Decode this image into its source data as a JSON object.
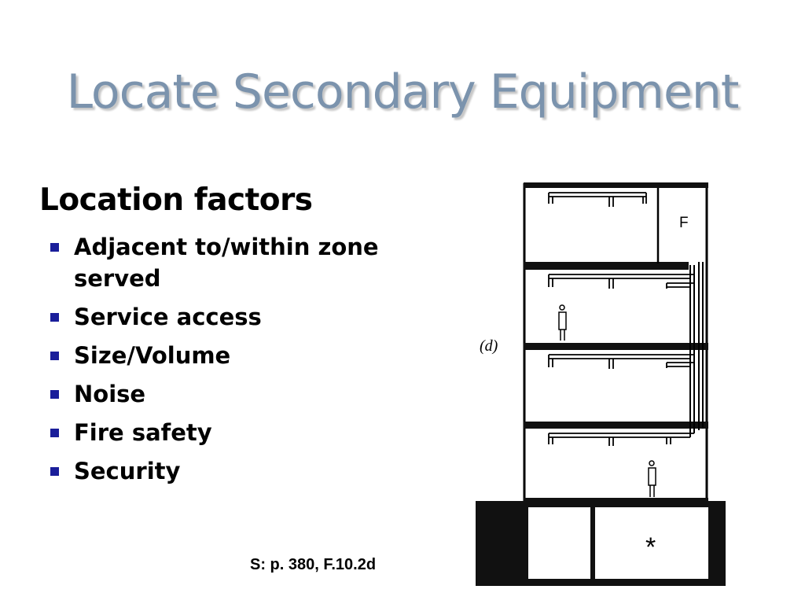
{
  "slide": {
    "title": "Locate Secondary Equipment",
    "heading": "Location factors",
    "bullets": [
      {
        "text": "Adjacent to/within zone served"
      },
      {
        "text": "Service access"
      },
      {
        "text": "Size/Volume"
      },
      {
        "text": "Noise"
      },
      {
        "text": "Fire safety"
      },
      {
        "text": "Security"
      }
    ],
    "caption": "S: p. 380, F.10.2d"
  },
  "diagram": {
    "label": "(d)",
    "fan_room_label": "F",
    "equipment_marker": "*"
  },
  "colors": {
    "title": "#7b93ad",
    "bullet": "#1a1e9a"
  }
}
